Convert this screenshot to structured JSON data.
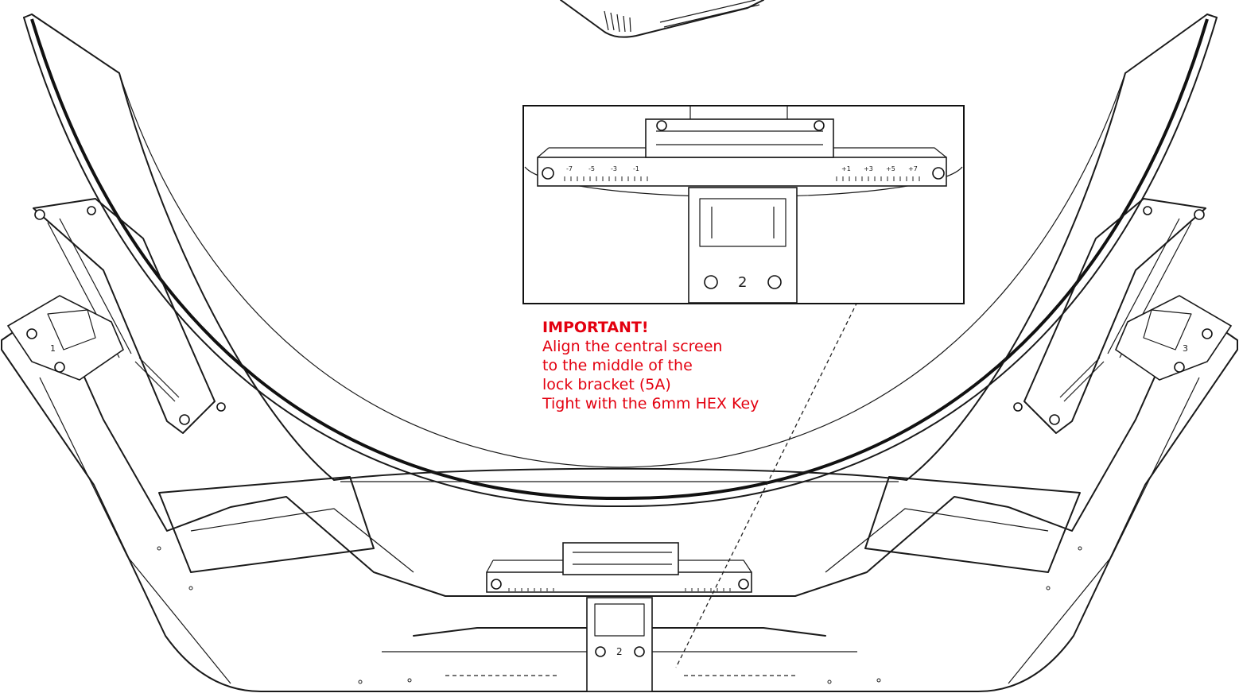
{
  "note": {
    "title": "IMPORTANT!",
    "lines": [
      "Align the central screen",
      "to the middle of the",
      "lock bracket (5A)",
      "Tight with the 6mm HEX Key"
    ]
  },
  "labels": {
    "bracket_left": "1",
    "bracket_center": "2",
    "bracket_right": "3",
    "inset_center": "2"
  },
  "inset_scale": {
    "left": [
      "-7",
      "-5",
      "-3",
      "-1"
    ],
    "right": [
      "+1",
      "+3",
      "+5",
      "+7"
    ]
  },
  "colors": {
    "note": "#e3000f",
    "line": "#1a1a1a"
  }
}
